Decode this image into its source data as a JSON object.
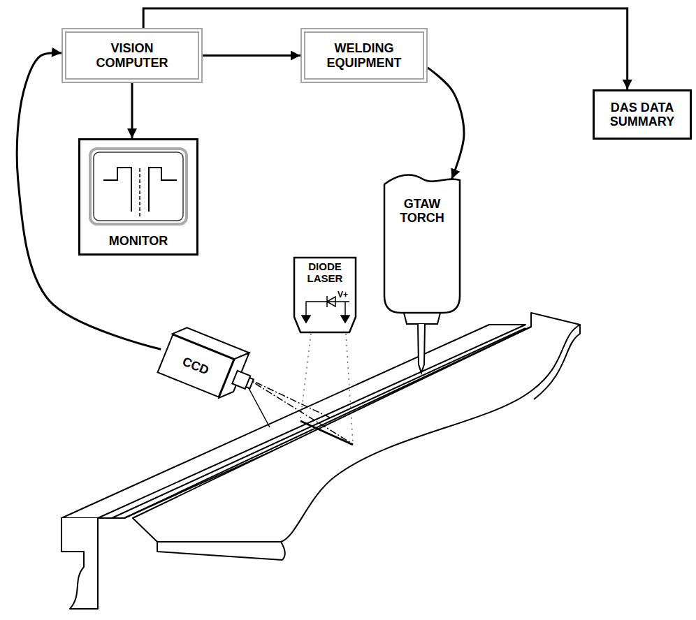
{
  "diagram": {
    "nodes": [
      {
        "text": [
          "VISION COMPUTER"
        ]
      },
      {
        "text": [
          "WELDING EQUIPMENT"
        ]
      },
      {
        "text": [
          "DAS DATA SUMMARY"
        ]
      },
      {
        "text": [
          "MONITOR"
        ]
      },
      {
        "text": [
          "GTAW TORCH"
        ]
      },
      {
        "text": [
          "DIODE LASER"
        ]
      },
      {
        "text": [
          "CCD"
        ]
      }
    ],
    "edges": [
      {
        "from": 0,
        "to": 1,
        "arrow": "to"
      },
      {
        "from": 0,
        "to": 2,
        "arrow": "to"
      },
      {
        "from": 0,
        "to": 3,
        "arrow": "to"
      },
      {
        "from": 1,
        "to": 4,
        "arrow": "to"
      },
      {
        "from": 6,
        "to": 0,
        "arrow": "to"
      }
    ],
    "labels": [
      "V+"
    ]
  }
}
